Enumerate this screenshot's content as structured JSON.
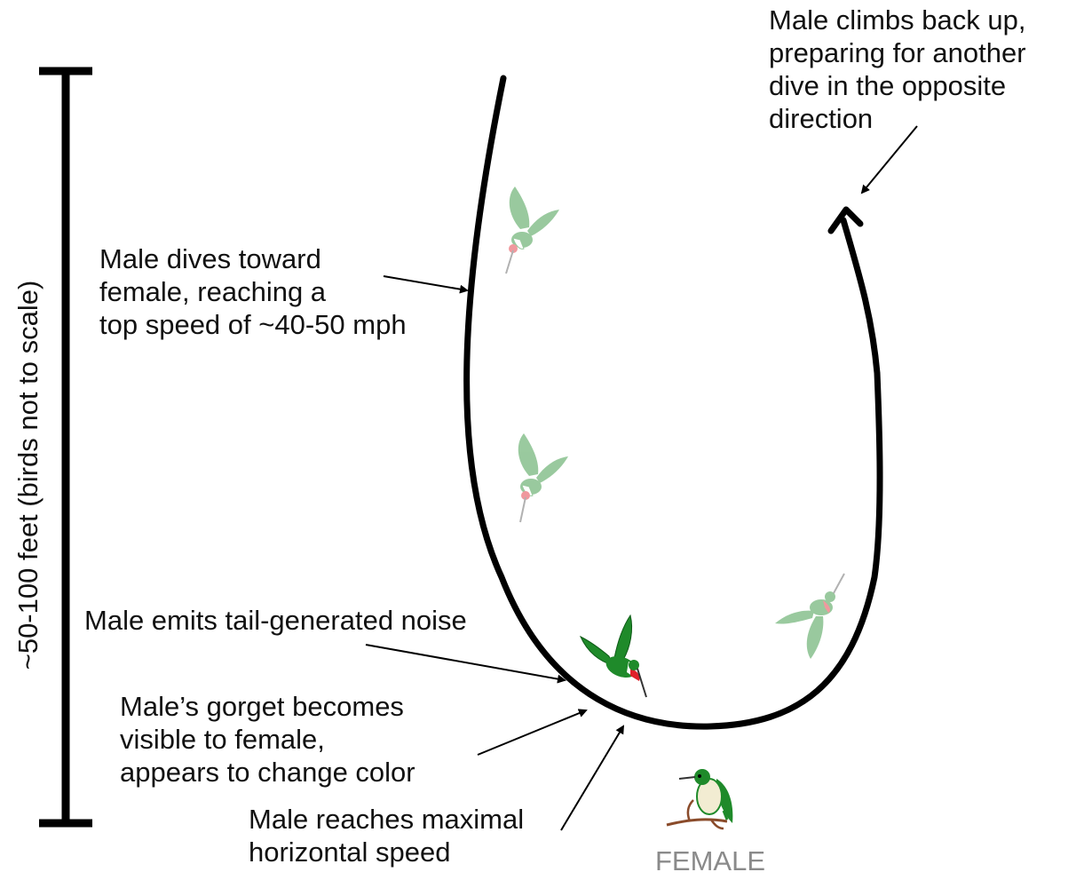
{
  "scale_bar": {
    "label": "~50-100 feet (birds not to scale)"
  },
  "annotations": {
    "climb": [
      "Male climbs back up,",
      "preparing for another",
      "dive in the opposite",
      "direction"
    ],
    "dive": [
      "Male dives toward",
      "female, reaching a",
      "top speed of ~40-50 mph"
    ],
    "noise": [
      "Male emits tail-generated noise"
    ],
    "gorget": [
      "Male’s gorget becomes",
      "visible to female,",
      "appears to change color"
    ],
    "speed": [
      "Male reaches maximal",
      "horizontal speed"
    ]
  },
  "female": {
    "label": "FEMALE"
  },
  "colors": {
    "path": "#000000",
    "male_bird_green": "#1f8a2a",
    "faded_bird_green": "#a9d5ab",
    "gorget_red": "#e0202a",
    "female_label": "#8a8a8a",
    "branch": "#8a4b2a"
  },
  "icons": [
    "hummingbird-icon",
    "perch-branch-icon",
    "arrow-icon"
  ]
}
